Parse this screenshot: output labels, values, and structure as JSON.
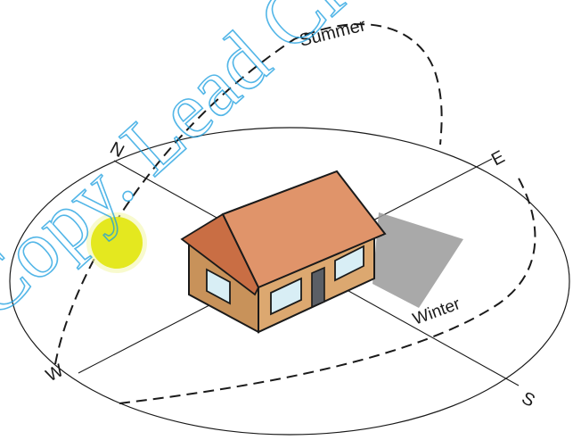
{
  "diagram": {
    "compass": {
      "north": "N",
      "east": "E",
      "south": "S",
      "west": "W"
    },
    "paths": {
      "summer_label": "Summer",
      "winter_label": "Winter"
    },
    "watermark": "Copy. Lead City U",
    "colors": {
      "outline": "#1a1a1a",
      "sun_fill": "#e4e81f",
      "sun_glow": "#f2f5a6",
      "roof": "#e0946a",
      "roof_side": "#c96e44",
      "wall": "#dca870",
      "wall_dark": "#c8925a",
      "shadow": "#9a9a9a",
      "window": "#d8eef5",
      "door": "#5b5f66",
      "watermark": "#1a9ee0"
    }
  }
}
